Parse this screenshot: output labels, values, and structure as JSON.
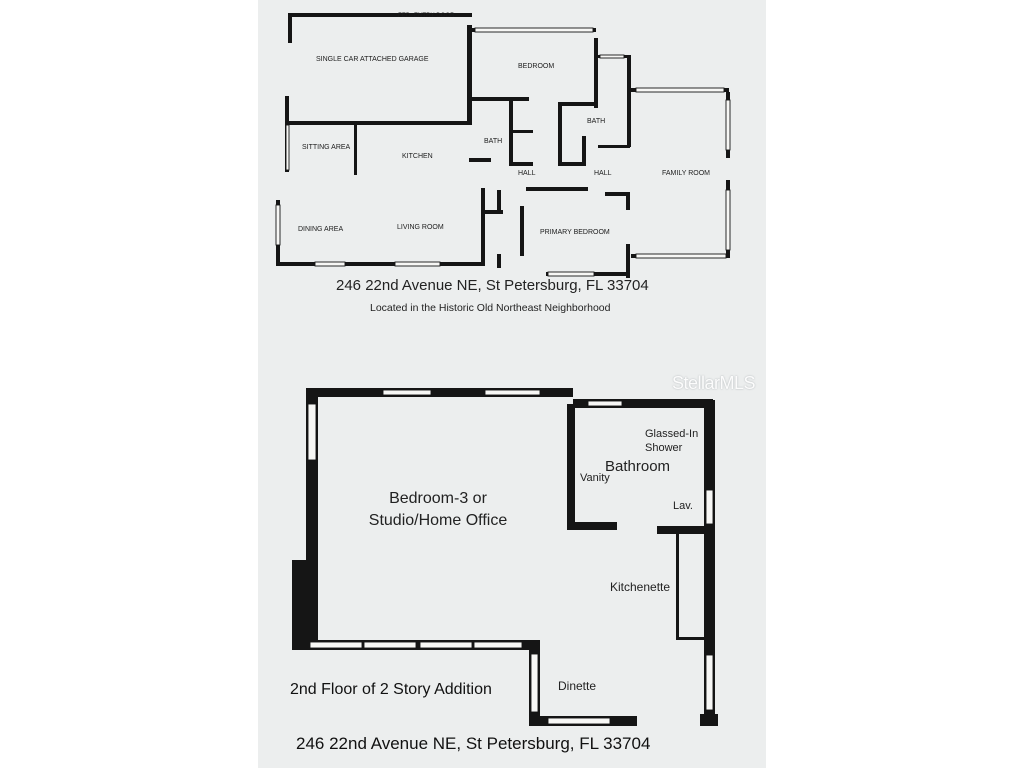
{
  "upper_plan": {
    "entry_door": "FED. ENTRY DOOR",
    "rooms": {
      "garage": "SINGLE CAR ATTACHED GARAGE",
      "bedroom": "BEDROOM",
      "bath_left": "BATH",
      "bath_right": "BATH",
      "sitting_area": "SITTING AREA",
      "kitchen": "KITCHEN",
      "hall_left": "HALL",
      "hall_right": "HALL",
      "family_room": "FAMILY ROOM",
      "dining_area": "DINING AREA",
      "living_room": "LIVING ROOM",
      "primary_bedroom": "PRIMARY BEDROOM"
    },
    "address": "246 22nd Avenue NE, St  Petersburg, FL 33704",
    "neighborhood": "Located in the Historic Old Northeast Neighborhood"
  },
  "watermark": "StellarMLS",
  "lower_plan": {
    "rooms": {
      "glassed_shower_line1": "Glassed-In",
      "glassed_shower_line2": "Shower",
      "bathroom": "Bathroom",
      "vanity": "Vanity",
      "bedroom3_line1": "Bedroom-3 or",
      "bedroom3_line2": "Studio/Home Office",
      "lav": "Lav.",
      "kitchenette": "Kitchenette",
      "dinette": "Dinette"
    },
    "caption": "2nd Floor of 2 Story Addition",
    "address": "246 22nd Avenue NE, St Petersburg, FL 33704"
  }
}
